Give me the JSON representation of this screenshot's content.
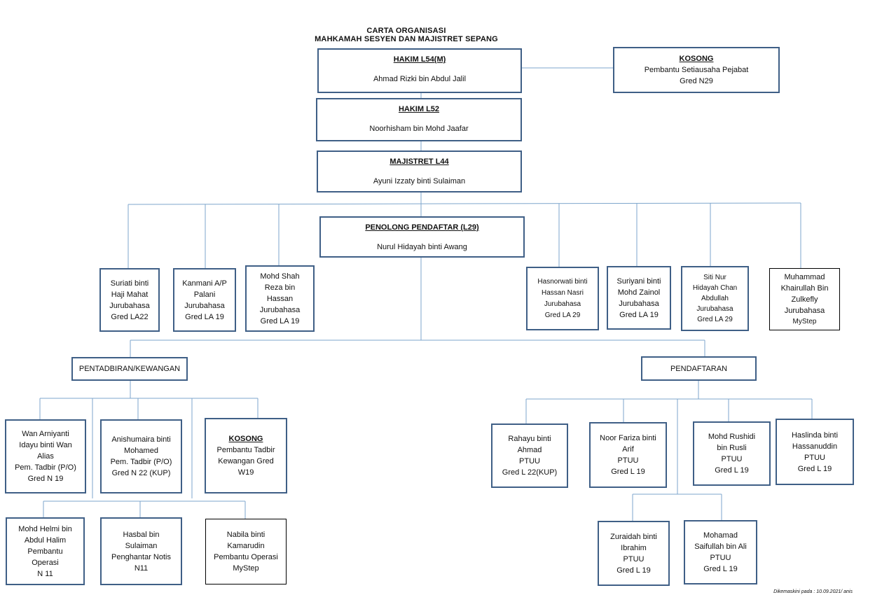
{
  "title": {
    "line1": "CARTA ORGANISASI",
    "line2": "MAHKAMAH SESYEN DAN MAJISTRET SEPANG"
  },
  "boxes": {
    "hakim_l54": {
      "heading": "HAKIM L54(M)",
      "lines": [
        "Ahmad Rizki bin Abdul Jalil"
      ]
    },
    "kosong_top": {
      "heading": "KOSONG",
      "lines": [
        "Pembantu Setiausaha Pejabat",
        "Gred N29"
      ]
    },
    "hakim_l52": {
      "heading": "HAKIM L52",
      "lines": [
        "Noorhisham bin Mohd Jaafar"
      ]
    },
    "majistret": {
      "heading": "MAJISTRET L44",
      "lines": [
        "Ayuni Izzaty binti Sulaiman"
      ]
    },
    "penolong": {
      "heading": "PENOLONG PENDAFTAR (L29)",
      "lines": [
        "Nurul Hidayah binti Awang"
      ]
    },
    "suriati": {
      "lines": [
        "Suriati binti",
        "Haji Mahat",
        "Jurubahasa",
        "Gred LA22"
      ]
    },
    "kanmani": {
      "lines": [
        "Kanmani A/P",
        "Palani",
        "Jurubahasa",
        "Gred LA 19"
      ]
    },
    "mohd_shah": {
      "lines": [
        "Mohd Shah",
        "Reza bin",
        "Hassan",
        "Jurubahasa",
        "Gred LA 19"
      ]
    },
    "hasnorwati": {
      "lines": [
        "Hasnorwati binti",
        "Hassan Nasri",
        "Jurubahasa",
        "Gred LA 29"
      ]
    },
    "suriyani": {
      "lines": [
        "Suriyani binti",
        "Mohd Zainol",
        "Jurubahasa",
        "Gred LA 19"
      ]
    },
    "siti_nur": {
      "lines": [
        "Siti Nur",
        "Hidayah Chan",
        "Abdullah",
        "Jurubahasa",
        "Gred LA 29"
      ]
    },
    "muhammad_k": {
      "lines": [
        "Muhammad",
        "Khairullah Bin",
        "Zulkefly",
        "Jurubahasa",
        "MyStep"
      ]
    },
    "pentadbiran": {
      "lines": [
        "PENTADBIRAN/KEWANGAN"
      ]
    },
    "pendaftaran": {
      "lines": [
        "PENDAFTARAN"
      ]
    },
    "wan": {
      "lines": [
        "Wan Arniyanti",
        "Idayu binti Wan",
        "Alias",
        "Pem. Tadbir (P/O)",
        "Gred N 19"
      ]
    },
    "anishumaira": {
      "lines": [
        "Anishumaira binti",
        "Mohamed",
        "Pem. Tadbir (P/O)",
        "Gred N 22 (KUP)"
      ]
    },
    "kosong_w19": {
      "heading": "KOSONG",
      "lines": [
        "Pembantu Tadbir",
        "Kewangan Gred",
        "W19"
      ]
    },
    "mohd_helmi": {
      "lines": [
        "Mohd Helmi bin",
        "Abdul Halim",
        "Pembantu",
        "Operasi",
        "N 11"
      ]
    },
    "hasbal": {
      "lines": [
        "Hasbal bin",
        "Sulaiman",
        "Penghantar Notis",
        "N11"
      ]
    },
    "nabila": {
      "lines": [
        "Nabila binti",
        "Kamarudin",
        "Pembantu Operasi",
        "MyStep"
      ]
    },
    "rahayu": {
      "lines": [
        "Rahayu binti",
        "Ahmad",
        "PTUU",
        "Gred L 22(KUP)"
      ]
    },
    "noor_fariza": {
      "lines": [
        "Noor Fariza binti",
        "Arif",
        "PTUU",
        "Gred L 19"
      ]
    },
    "mohd_rushidi": {
      "lines": [
        "Mohd Rushidi",
        "bin Rusli",
        "PTUU",
        "Gred L 19"
      ]
    },
    "haslinda": {
      "lines": [
        "Haslinda binti",
        "Hassanuddin",
        "PTUU",
        "Gred L 19"
      ]
    },
    "zuraidah": {
      "lines": [
        "Zuraidah binti",
        "Ibrahim",
        "PTUU",
        "Gred L 19"
      ]
    },
    "mohamad_s": {
      "lines": [
        "Mohamad",
        "Saifullah bin Ali",
        "PTUU",
        "Gred L 19"
      ]
    }
  },
  "footer": "Dikemaskini pada : 10.09.2021/ anis",
  "colors": {
    "box_border": "#3f5f86",
    "connector": "#7ea6cc",
    "thin_border": "#000000"
  }
}
